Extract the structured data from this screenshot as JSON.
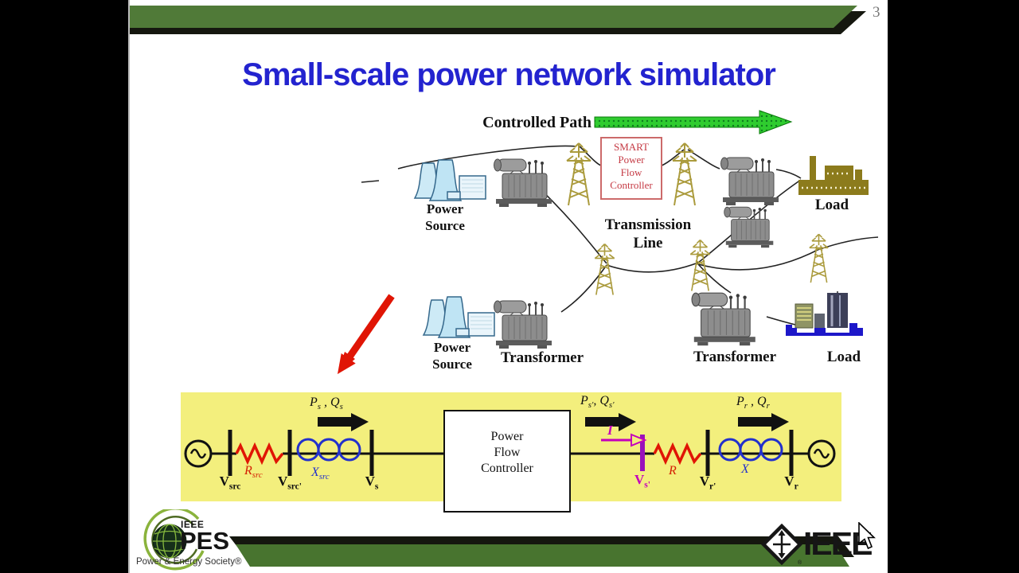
{
  "header": {
    "page_number": "3",
    "title": "Small-scale power network simulator"
  },
  "network": {
    "controlled_path": "Controlled Path",
    "smart_lines": [
      "SMART",
      "Power",
      "Flow",
      "Controller"
    ],
    "power_source_top": [
      "Power",
      "Source"
    ],
    "power_source_bottom": [
      "Power",
      "Source"
    ],
    "transmission_line": [
      "Transmission",
      "Line"
    ],
    "transformer_left_label": "Transformer",
    "transformer_right_label": "Transformer",
    "load_top_label": "Load",
    "load_bottom_label": "Load"
  },
  "circuit": {
    "controller_lines": [
      "Power",
      "Flow",
      "Controller"
    ],
    "flow_labels": [
      {
        "p": "P",
        "p_sub": "s",
        "sep": " , ",
        "q": "Q",
        "q_sub": "s"
      },
      {
        "p": "P",
        "p_sub": "s'",
        "sep": ", ",
        "q": "Q",
        "q_sub": "s'"
      },
      {
        "p": "P",
        "p_sub": "r",
        "sep": " , ",
        "q": "Q",
        "q_sub": "r"
      }
    ],
    "current_label": "I",
    "bus_labels": [
      {
        "main": "V",
        "sub": "src"
      },
      {
        "main": "V",
        "sub": "src'"
      },
      {
        "main": "V",
        "sub": "s"
      },
      {
        "main": "V",
        "sub": "s'"
      },
      {
        "main": "V",
        "sub": "r'"
      },
      {
        "main": "V",
        "sub": "r"
      }
    ],
    "component_labels": [
      {
        "main": "R",
        "sub": "src"
      },
      {
        "main": "X",
        "sub": "src"
      },
      {
        "main": "R",
        "sub": ""
      },
      {
        "main": "X",
        "sub": ""
      }
    ]
  },
  "footer": {
    "pes": {
      "ieee": "IEEE",
      "pes": "PES",
      "tagline": "Power & Energy Society®"
    },
    "ieee_wordmark": "IEEE"
  },
  "colors": {
    "title_blue": "#2323cf",
    "banner_green": "#507a38",
    "footer_green": "#48742f",
    "highlight_yellow": "#f3ef7d",
    "resistor_red": "#e01505",
    "inductor_blue": "#2230cc",
    "magenta_accent": "#c400bb",
    "smart_text_red": "#c53a44",
    "controlled_path_arrow_green": "#2fcc2f",
    "load_factory_olive": "#8c7b1c",
    "load_city_blue": "#1d17c9"
  }
}
